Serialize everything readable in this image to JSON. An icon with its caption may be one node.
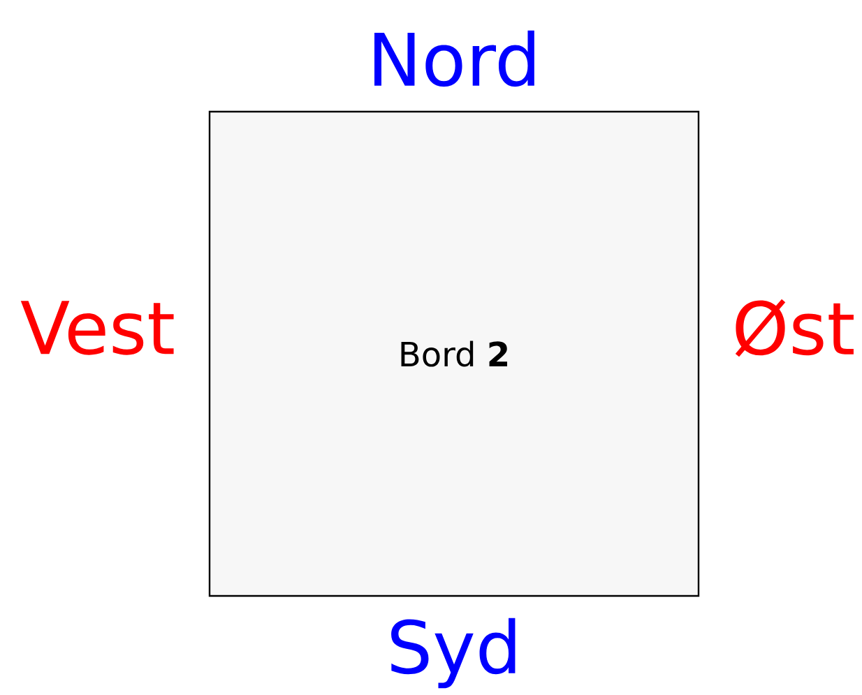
{
  "diagram": {
    "nodes": [
      {
        "text": [
          "Bord **2**"
        ]
      }
    ],
    "edges": [],
    "labels": [
      "Nord",
      "Vest",
      "Øst",
      "Syd"
    ]
  }
}
